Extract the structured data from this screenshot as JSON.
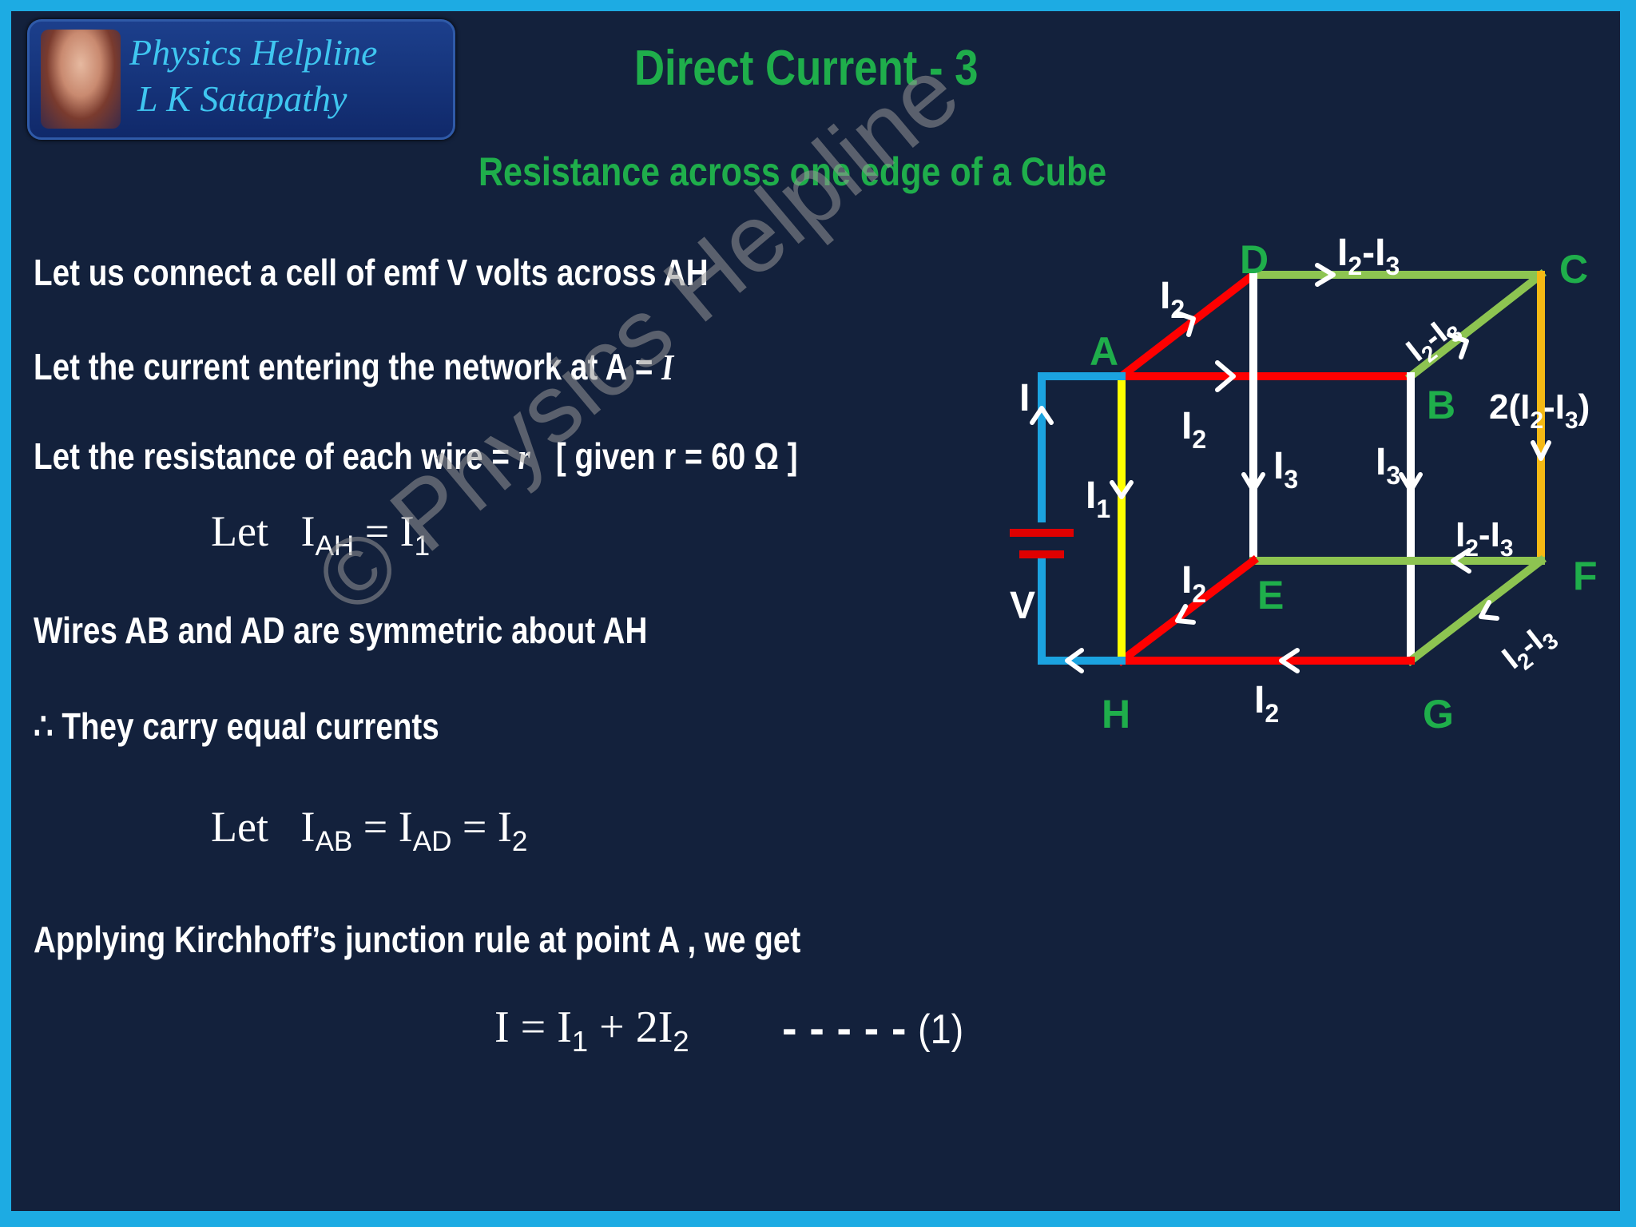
{
  "logo": {
    "line1": "Physics Helpline",
    "line2": "L K Satapathy"
  },
  "header": {
    "title": "Direct Current - 3",
    "subtitle": "Resistance across one edge of a Cube"
  },
  "body": {
    "l1": "Let us connect a cell of emf V volts across AH",
    "l2": "Let the current entering the network at A =",
    "l2_var": "I",
    "l3a": "Let the resistance of each wire =",
    "l3_var": "r",
    "l3b": "[ given r = 60 Ω ]",
    "eq1_let": "Let",
    "eq1": {
      "I": "I",
      "sub1": "AH",
      "eq": " = I",
      "sub2": "1"
    },
    "l4": "Wires AB and AD are symmetric about AH",
    "l5": "∴ They carry equal currents",
    "eq2_let": "Let",
    "eq2": {
      "I": "I",
      "sub1": "AB",
      "eq": " = I",
      "sub2": "AD",
      "eq2": " = I",
      "sub3": "2"
    },
    "l6": "Applying Kirchhoff’s junction rule at point A , we get",
    "final": {
      "a": "I = I",
      "s1": "1",
      "b": " + 2I",
      "s2": "2",
      "dashes": "- - - - -",
      "num": "(1)"
    }
  },
  "watermark": "© Physics Helpline",
  "diagram": {
    "nodes": {
      "A": "A",
      "B": "B",
      "C": "C",
      "D": "D",
      "E": "E",
      "F": "F",
      "G": "G",
      "H": "H",
      "V": "V"
    },
    "labels": {
      "I": "I",
      "I1": [
        "I",
        "1"
      ],
      "I2": [
        "I",
        "2"
      ],
      "I3": [
        "I",
        "3"
      ],
      "I2I3": [
        "I",
        "2",
        "-I",
        "3"
      ],
      "twoI2I3": [
        "2(I",
        "2",
        "-I",
        "3",
        ")"
      ]
    },
    "colors": {
      "red": "#ff0000",
      "green": "#8dc451",
      "yellow": "#ffff00",
      "orange": "#f5b914",
      "blue": "#1ba3e0",
      "white": "#ffffff",
      "label_green": "#1fae4b"
    }
  }
}
